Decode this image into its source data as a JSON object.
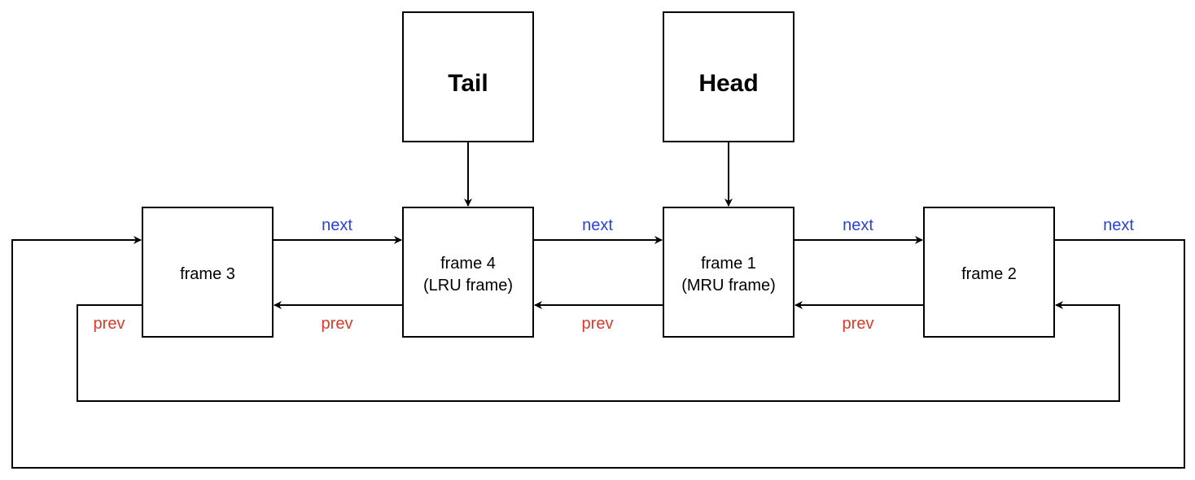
{
  "pointers": {
    "tail": "Tail",
    "head": "Head"
  },
  "frames": {
    "frame3": {
      "line1": "frame 3",
      "line2": ""
    },
    "frame4": {
      "line1": "frame 4",
      "line2": "(LRU frame)"
    },
    "frame1": {
      "line1": "frame 1",
      "line2": "(MRU frame)"
    },
    "frame2": {
      "line1": "frame 2",
      "line2": ""
    }
  },
  "links": {
    "next_label": "next",
    "prev_label": "prev"
  },
  "colors": {
    "next": "#2b3fe0",
    "prev": "#d63a2a",
    "stroke": "#000000"
  }
}
